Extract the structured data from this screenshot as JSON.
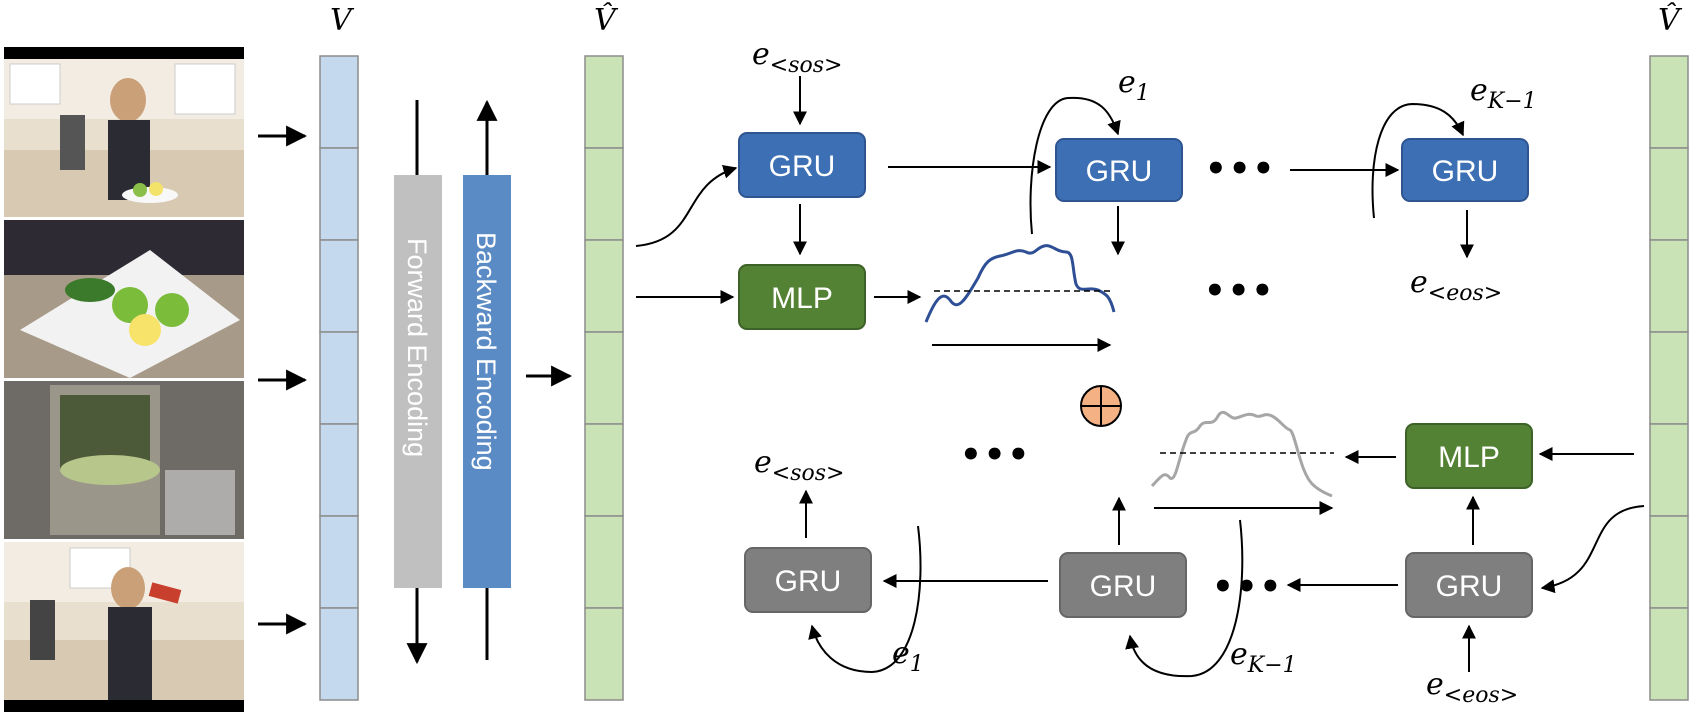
{
  "labels": {
    "v": "V",
    "v_hat_mid": "V̂",
    "v_hat_right": "V̂",
    "sos_top": "e",
    "sos_top_sub": "<sos>",
    "e1_top": "e",
    "e1_top_sub": "1",
    "ek1_top": "e",
    "ek1_top_sub": "K−1",
    "eos_top": "e",
    "eos_top_sub": "<eos>",
    "sos_bottom": "e",
    "sos_bottom_sub": "<sos>",
    "e1_bottom": "e",
    "e1_bottom_sub": "1",
    "ek1_bottom": "e",
    "ek1_bottom_sub": "K−1",
    "eos_bottom": "e",
    "eos_bottom_sub": "<eos>"
  },
  "encoders": {
    "forward": "Forward Encoding",
    "backward": "Backward Encoding"
  },
  "modules": {
    "gru": "GRU",
    "mlp": "MLP"
  },
  "ellipsis": "•••",
  "colors": {
    "gru_top": "#3d6fb4",
    "gru_bottom": "#7f7f7f",
    "mlp": "#548235",
    "feature_v": "#c5d9ee",
    "feature_v_hat": "#c9e2b6",
    "forward_bar": "#c0c0c0",
    "backward_bar": "#5b8bc4",
    "curve_top": "#2e4f96",
    "curve_bottom": "#a6a6a6",
    "sum_circle": "#f4b183"
  },
  "video_frames": [
    {
      "icon": "kitchen-woman-frame"
    },
    {
      "icon": "vegetables-plate-frame"
    },
    {
      "icon": "juicer-frame"
    },
    {
      "icon": "drinking-juice-frame"
    }
  ]
}
